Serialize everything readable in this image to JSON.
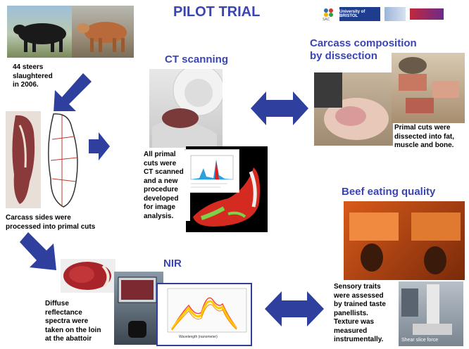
{
  "title": "PILOT TRIAL",
  "logos": {
    "sac": "SAC",
    "bristol": "University of BRISTOL"
  },
  "steers": {
    "caption": "44 steers\nslaughtered\nin 2006."
  },
  "carcass": {
    "caption": "Carcass sides were\nprocessed into primal cuts"
  },
  "ct": {
    "heading": "CT scanning",
    "caption": "All primal\ncuts were\nCT scanned\nand a new\nprocedure\ndeveloped\nfor image\nanalysis."
  },
  "dissection": {
    "heading": "Carcass composition\nby dissection",
    "caption": "Primal cuts were\ndissected into fat,\nmuscle and bone."
  },
  "beef": {
    "heading": "Beef eating quality",
    "caption": "Sensory traits\nwere assessed\nby trained taste\npanellists.\nTexture was\nmeasured\ninstrumentally.",
    "photo_label": "Shear slice force"
  },
  "nir": {
    "heading": "NIR",
    "caption": "Diffuse\nreflectance\nspectra were\ntaken on the loin\nat the abattoir",
    "xlabel": "Wavelength (nanometer)"
  },
  "colors": {
    "accent": "#3a45b3",
    "arrow": "#2f3f9e"
  }
}
